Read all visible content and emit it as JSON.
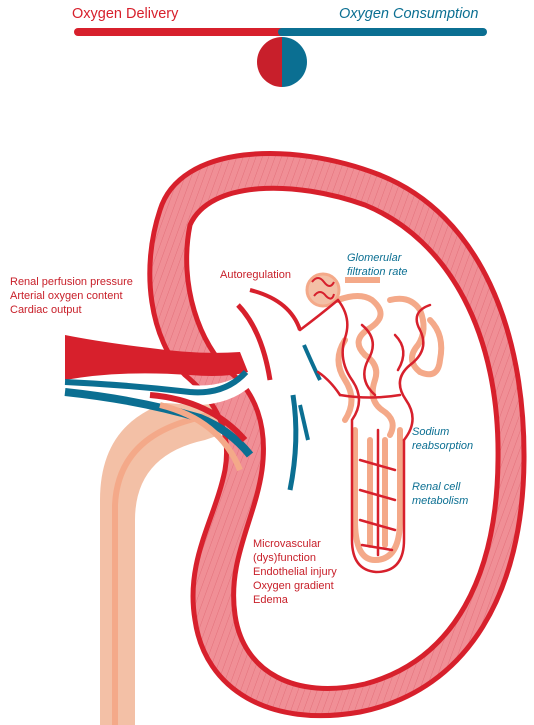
{
  "header": {
    "left_label": "Oxygen Delivery",
    "right_label": "Oxygen Consumption"
  },
  "labels": {
    "inputs": [
      "Renal perfusion pressure",
      "Arterial oxygen content",
      "Cardiac output"
    ],
    "autoregulation": "Autoregulation",
    "gfr": [
      "Glomerular",
      "filtration rate"
    ],
    "sodium": [
      "Sodium",
      "reabsorption"
    ],
    "metabolism": [
      "Renal cell",
      "metabolism"
    ],
    "micro": [
      "Microvascular",
      "(dys)function",
      "Endothelial injury",
      "Oxygen gradient",
      "Edema"
    ]
  },
  "colors": {
    "red": "#d7202c",
    "blue": "#0b6f92",
    "kidney_fill": "#f08f96",
    "tubule": "#f4a989",
    "ureter": "#f3c0a6"
  },
  "icons": [
    "balance-scale-icon",
    "kidney-illustration",
    "nephron-illustration"
  ]
}
